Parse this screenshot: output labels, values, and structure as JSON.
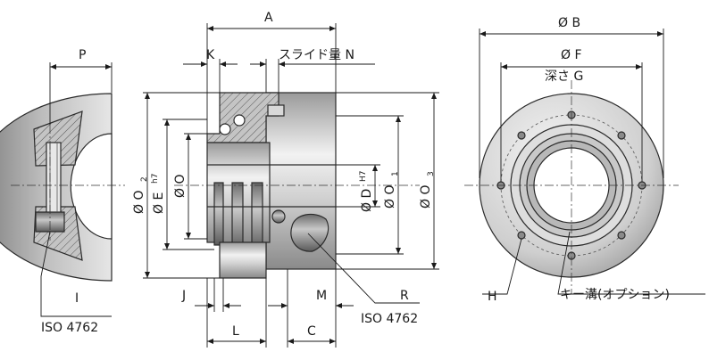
{
  "labels": {
    "p": "P",
    "a": "A",
    "k": "K",
    "slide": "スライド量 N",
    "o2": "Ø O",
    "o2_sub": "2",
    "e": "Ø E",
    "e_sup": "h7",
    "o": "Ø O",
    "d": "Ø D",
    "d_sup": "H7",
    "o1": "Ø O",
    "o1_sub": "1",
    "o3": "Ø O",
    "o3_sub": "3",
    "i": "I",
    "iso_left": "ISO 4762",
    "j": "J",
    "m": "M",
    "r": "R",
    "iso_mid": "ISO 4762",
    "l": "L",
    "c": "C",
    "b": "Ø B",
    "f": "Ø F",
    "g": "深さ G",
    "h": "H",
    "key": "キー溝(オプション)"
  }
}
